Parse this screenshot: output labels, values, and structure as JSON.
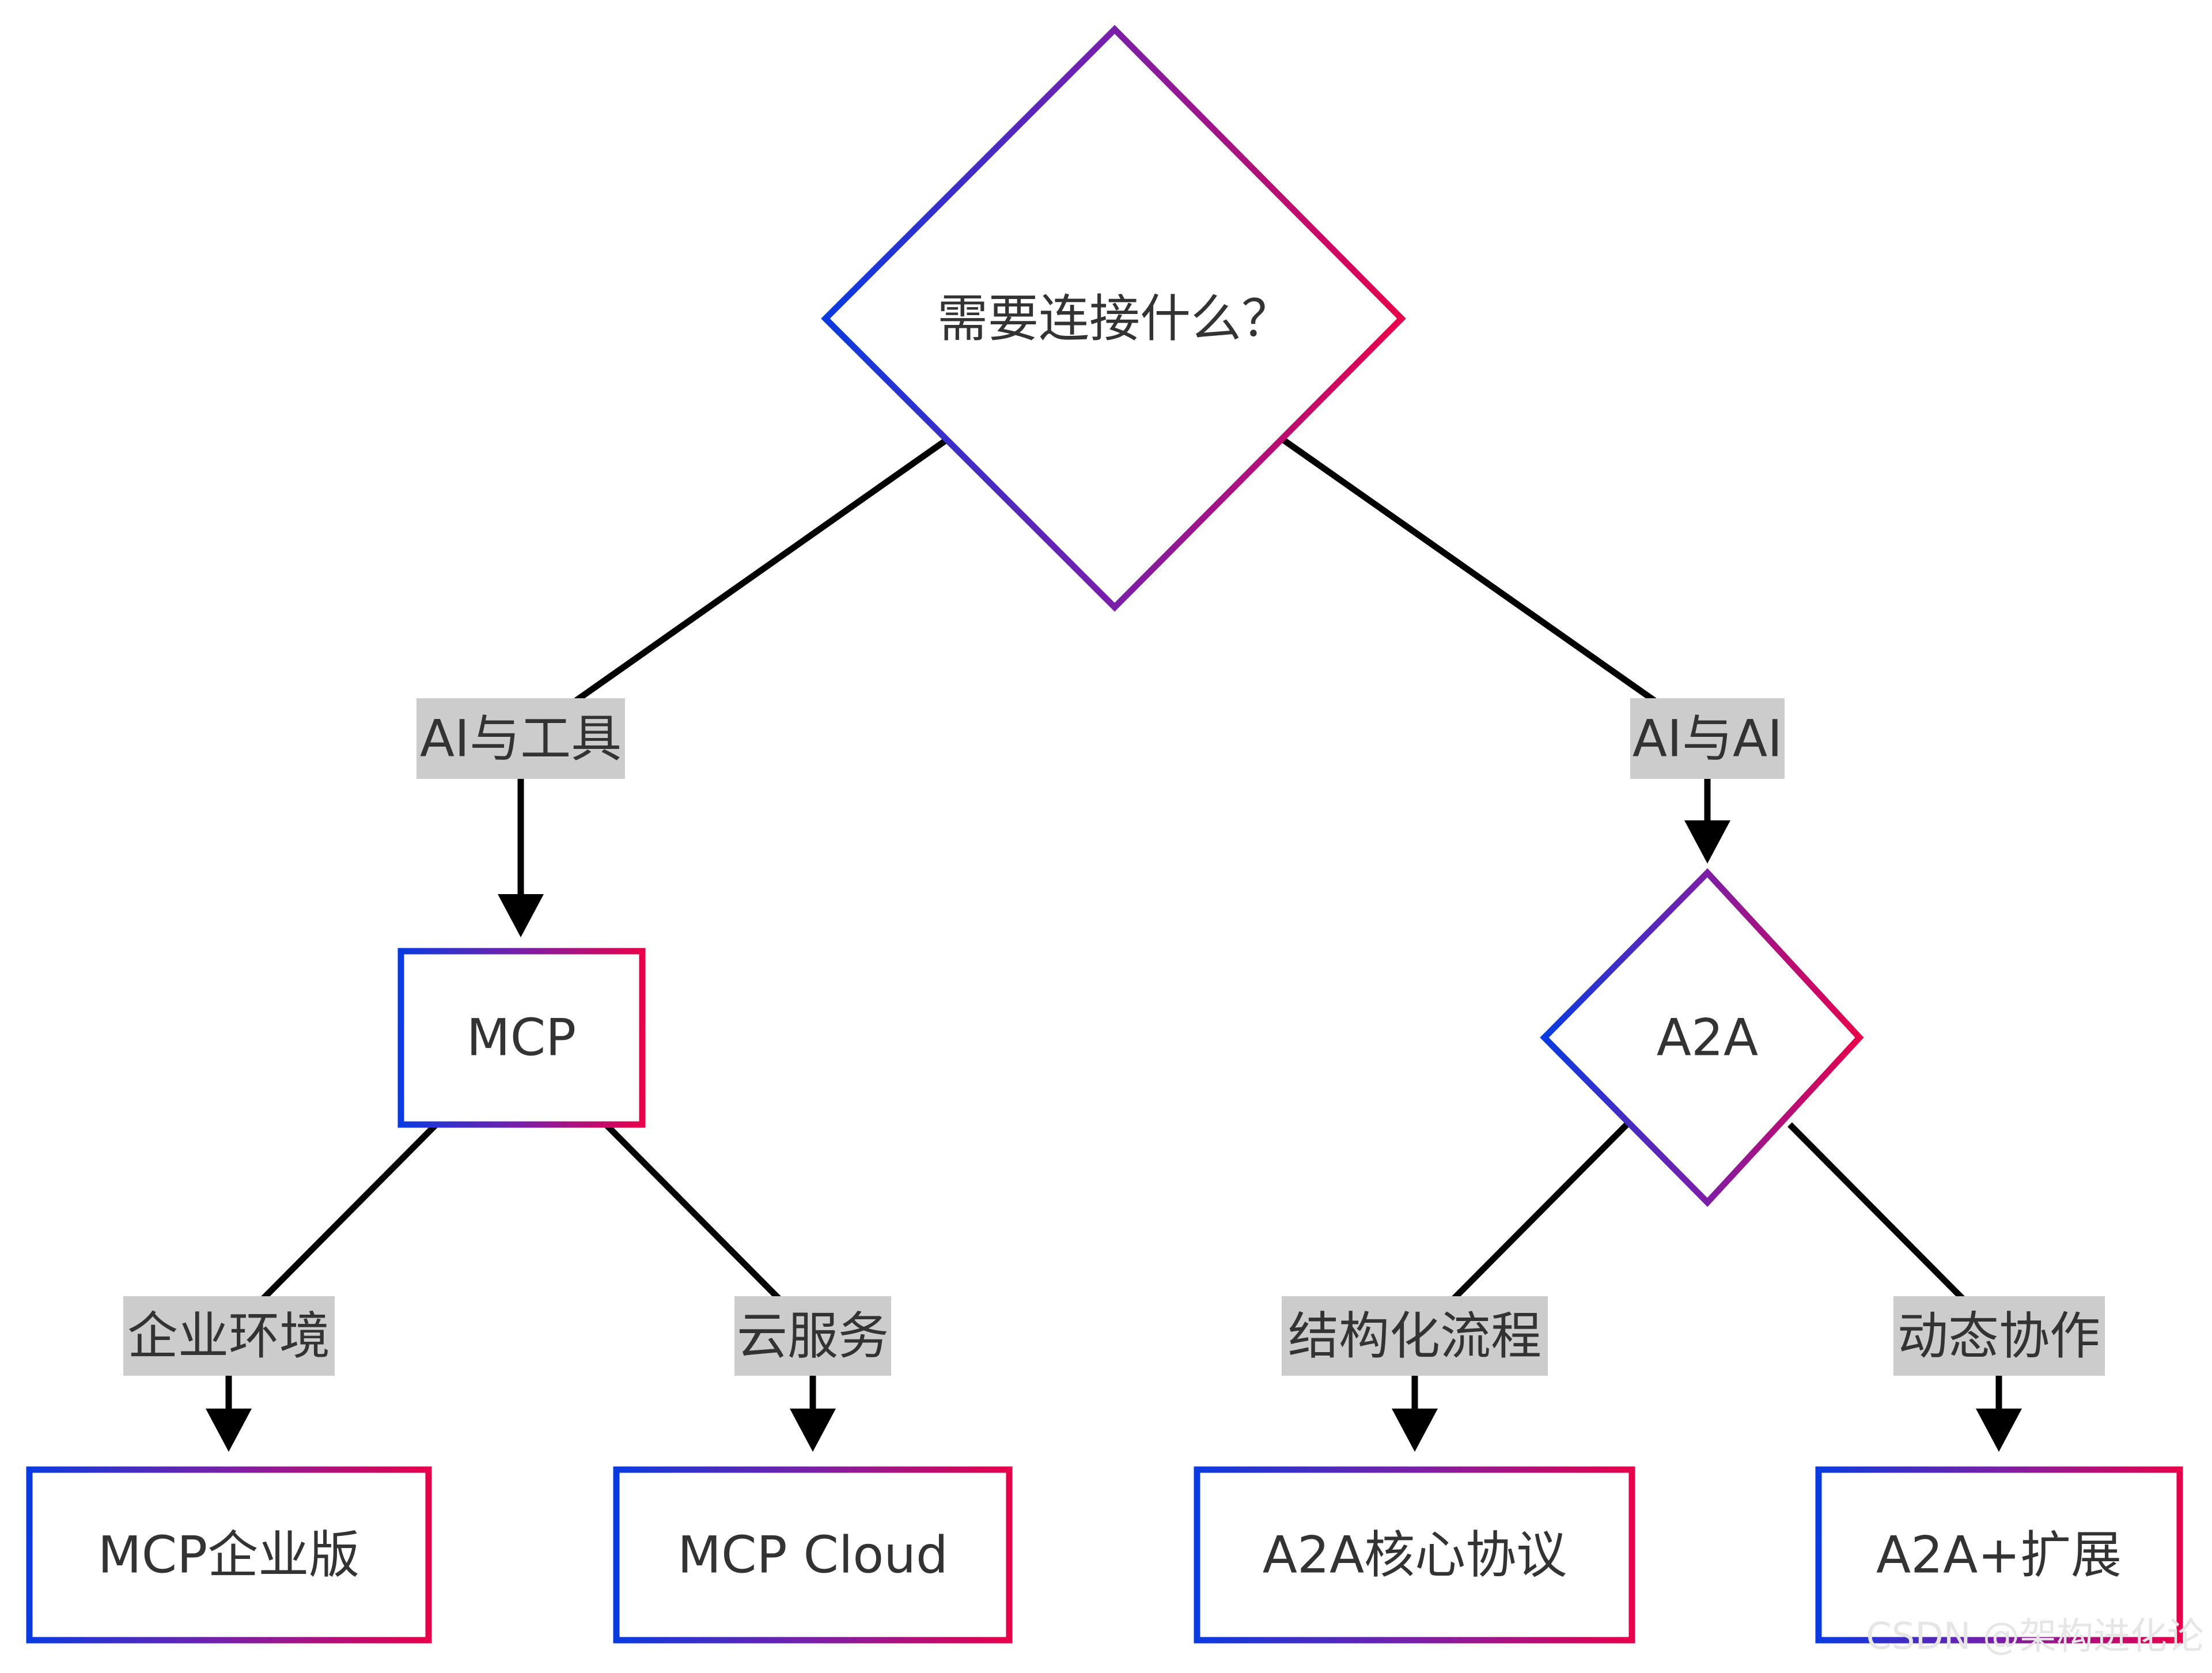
{
  "diagram": {
    "colors": {
      "gradient_start": "#0a3be0",
      "gradient_mid": "#7a1fa8",
      "gradient_end": "#e8004b",
      "edge": "#000000",
      "label_background": "#cccccc",
      "text": "#333333"
    },
    "nodes": {
      "root": {
        "label": "需要连接什么？",
        "shape": "diamond"
      },
      "mcp": {
        "label": "MCP",
        "shape": "rectangle"
      },
      "a2a": {
        "label": "A2A",
        "shape": "diamond"
      },
      "mcp_enterprise": {
        "label": "MCP企业版",
        "shape": "rectangle"
      },
      "mcp_cloud": {
        "label": "MCP Cloud",
        "shape": "rectangle"
      },
      "a2a_core": {
        "label": "A2A核心协议",
        "shape": "rectangle"
      },
      "a2a_plus": {
        "label": "A2A+扩展",
        "shape": "rectangle"
      }
    },
    "edges": {
      "root_mcp": {
        "from": "root",
        "to": "mcp",
        "label": "AI与工具"
      },
      "root_a2a": {
        "from": "root",
        "to": "a2a",
        "label": "AI与AI"
      },
      "mcp_enterprise": {
        "from": "mcp",
        "to": "mcp_enterprise",
        "label": "企业环境"
      },
      "mcp_cloud": {
        "from": "mcp",
        "to": "mcp_cloud",
        "label": "云服务"
      },
      "a2a_core": {
        "from": "a2a",
        "to": "a2a_core",
        "label": "结构化流程"
      },
      "a2a_plus": {
        "from": "a2a",
        "to": "a2a_plus",
        "label": "动态协作"
      }
    }
  },
  "watermark": {
    "text": "CSDN @架构进化论"
  }
}
